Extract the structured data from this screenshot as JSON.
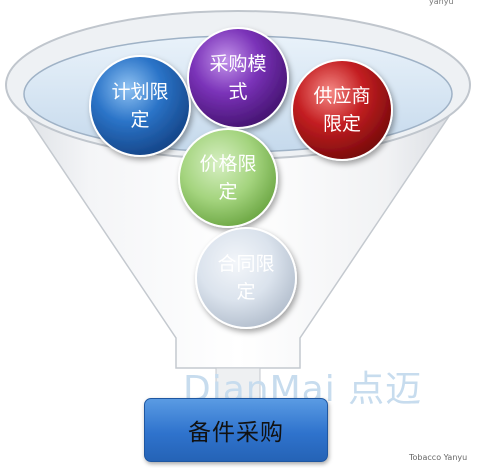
{
  "watermark": "DianMai 点迈",
  "corner_top_text": "yanyu",
  "corner_bottom_text": "Tobacco Yanyu",
  "circles": [
    {
      "id": "plan",
      "label": "计划限定",
      "color": "#1f5fb0"
    },
    {
      "id": "mode",
      "label": "采购模式",
      "color": "#6a2aa3"
    },
    {
      "id": "supplier",
      "label": "供应商限定",
      "color": "#b8191b"
    },
    {
      "id": "price",
      "label": "价格限定",
      "color": "#84c25a"
    },
    {
      "id": "contract",
      "label": "合同限定",
      "color": "#c9d4e2"
    }
  ],
  "result_label": "备件采购"
}
